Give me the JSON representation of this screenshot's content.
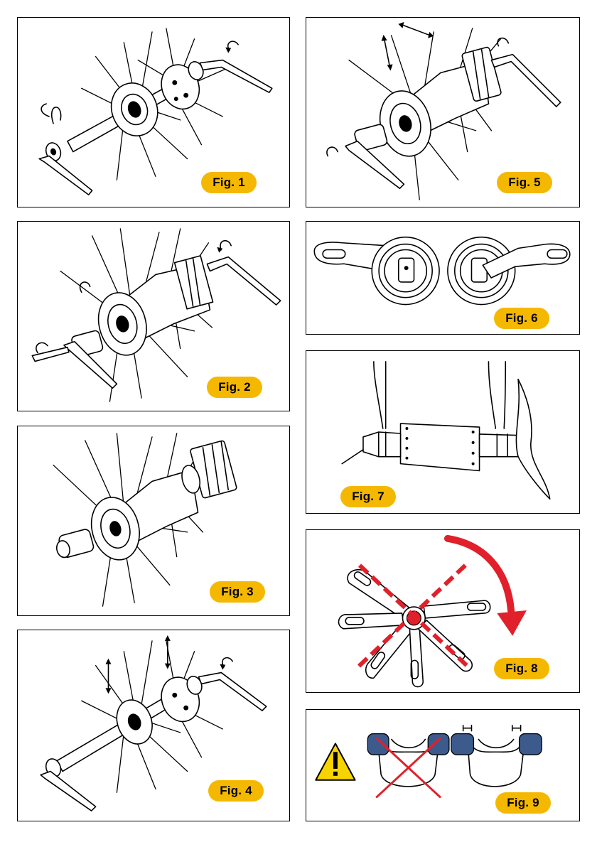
{
  "figures": [
    {
      "id": 1,
      "label": "Fig. 1"
    },
    {
      "id": 2,
      "label": "Fig. 2"
    },
    {
      "id": 3,
      "label": "Fig. 3"
    },
    {
      "id": 4,
      "label": "Fig. 4"
    },
    {
      "id": 5,
      "label": "Fig. 5"
    },
    {
      "id": 6,
      "label": "Fig. 6"
    },
    {
      "id": 7,
      "label": "Fig. 7"
    },
    {
      "id": 8,
      "label": "Fig. 8"
    },
    {
      "id": 9,
      "label": "Fig. 9"
    }
  ],
  "colors": {
    "label_fill": "#f5b800",
    "cross_red": "#e0202a",
    "arrow_red": "#e0202a",
    "pad_blue": "#3c5a8c",
    "warning_yellow": "#f7d300"
  },
  "icons": [
    "hex-key-icon",
    "rotate-arrow-icon",
    "warning-triangle-icon",
    "cross-out-icon"
  ]
}
